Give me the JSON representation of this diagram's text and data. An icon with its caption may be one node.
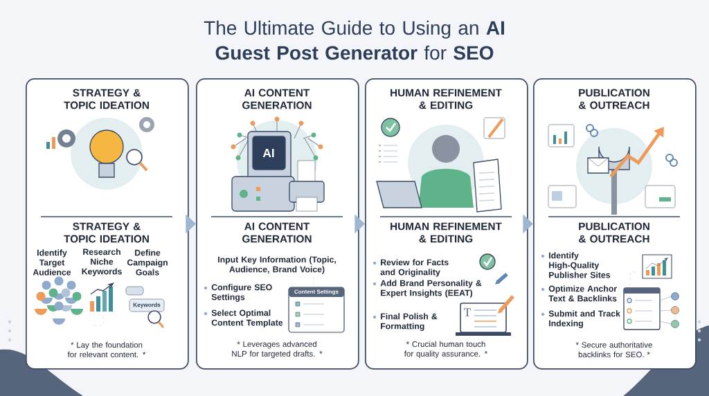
{
  "diagram": {
    "title": "The Ultimate Guide to Using an **AI Guest Post Generator** for **SEO**",
    "nodes": [
      {
        "text": [
          "STRATEGY & TOPIC IDEATION",
          "STRATEGY & TOPIC IDEATION",
          "Identify Target Audience",
          "Research Niche Keywords",
          "Define Campaign Goals",
          "* Lay the foundation for relevant content. *"
        ]
      },
      {
        "text": [
          "AI CONTENT GENERATION",
          "AI CONTENT GENERATION",
          "Input Key Information (Topic, Audience, Brand Voice)",
          "Configure SEO Settings",
          "Select Optimal Content Template",
          "* Leverages advanced NLP for targeted drafts. *"
        ]
      },
      {
        "text": [
          "HUMAN REFINEMENT & EDITING",
          "HUMAN REFINEMENT & EDITING",
          "Review for Facts and Originality",
          "Add Brand Personality & Expert Insights (EEAT)",
          "Final Polish & Formatting",
          "* Crucial human touch for quality assurance. *"
        ]
      },
      {
        "text": [
          "PUBLICATION & OUTREACH",
          "PUBLICATION & OUTREACH",
          "Identify High-Quality Publisher Sites",
          "Optimize Anchor Text & Backlinks",
          "Submit and Track Indexing",
          "* Secure authoritative backlinks for SEO. *"
        ]
      }
    ],
    "edges": [
      {
        "from": 0,
        "to": 1,
        "arrow": "to"
      },
      {
        "from": 1,
        "to": 2,
        "arrow": "to"
      },
      {
        "from": 2,
        "to": 3,
        "arrow": "to"
      }
    ],
    "labels": [
      "AI",
      "Keywords",
      "Content Settings",
      "T"
    ]
  }
}
